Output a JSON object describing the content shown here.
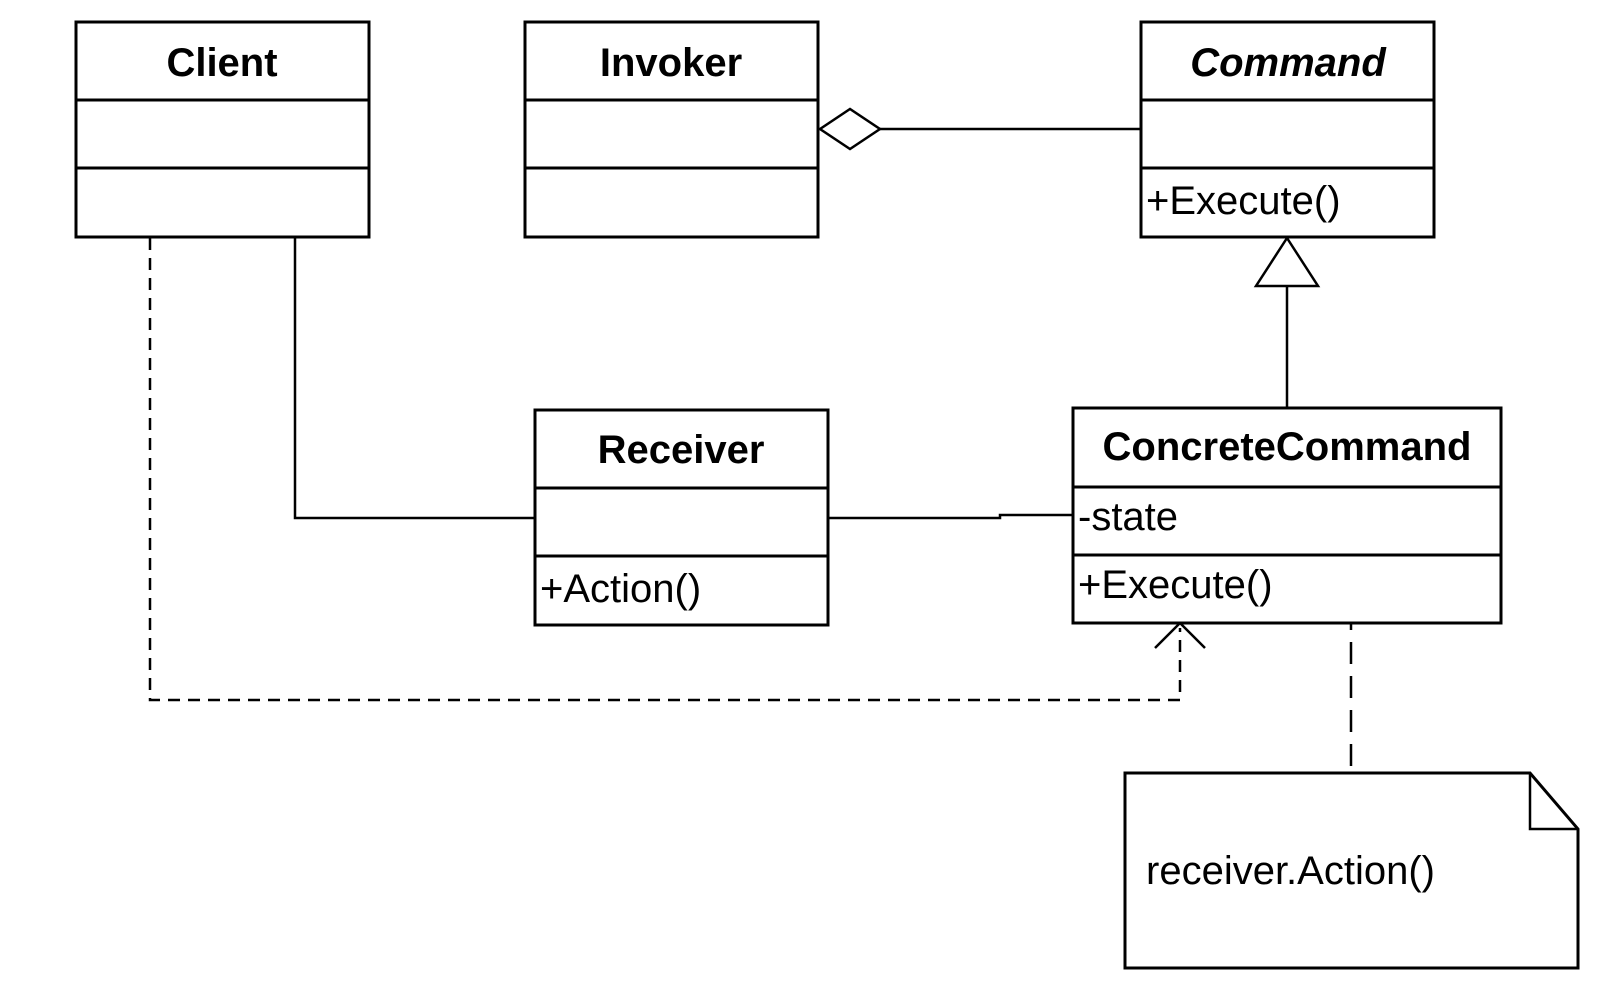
{
  "classes": {
    "client": {
      "name": "Client",
      "attributes": "",
      "operations": ""
    },
    "invoker": {
      "name": "Invoker",
      "attributes": "",
      "operations": ""
    },
    "command": {
      "name": "Command",
      "attributes": "",
      "operations": "+Execute()"
    },
    "receiver": {
      "name": "Receiver",
      "attributes": "",
      "operations": "+Action()"
    },
    "concrete_command": {
      "name": "ConcreteCommand",
      "attributes": "-state",
      "operations": "+Execute()"
    }
  },
  "note": {
    "text": "receiver.Action()"
  },
  "colors": {
    "stroke": "#000000",
    "fill": "#ffffff"
  }
}
